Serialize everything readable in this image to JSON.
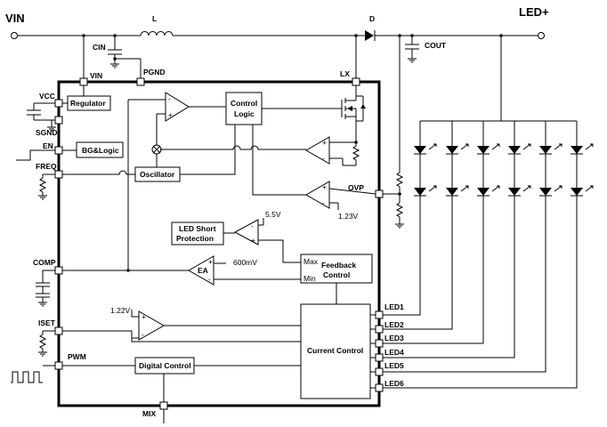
{
  "terminals": {
    "vin": "VIN",
    "led_plus": "LED+"
  },
  "components": {
    "inductor": "L",
    "diode": "D",
    "cin": "CIN",
    "cout": "COUT"
  },
  "pins": {
    "vin": "VIN",
    "pgnd": "PGND",
    "lx": "LX",
    "vcc": "VCC",
    "sgnd": "SGND",
    "en": "EN",
    "freq": "FREQ",
    "comp": "COMP",
    "iset": "ISET",
    "pwm": "PWM",
    "mix": "MIX",
    "ovp": "OVP",
    "led1": "LED1",
    "led2": "LED2",
    "led3": "LED3",
    "led4": "LED4",
    "led5": "LED5",
    "led6": "LED6"
  },
  "blocks": {
    "regulator": "Regulator",
    "bg_logic": "BG&Logic",
    "oscillator": "Oscillator",
    "control_logic_1": "Control",
    "control_logic_2": "Logic",
    "led_short_1": "LED Short",
    "led_short_2": "Protection",
    "ea": "EA",
    "feedback_1": "Feedback",
    "feedback_2": "Control",
    "feedback_max": "Max",
    "feedback_min": "Min",
    "current_control": "Current Control",
    "digital_control": "Digital Control"
  },
  "voltages": {
    "v55": "5.5V",
    "v123": "1.23V",
    "v600": "600mV",
    "v122": "1.22V"
  },
  "signs": {
    "plus": "+",
    "minus": "-"
  }
}
